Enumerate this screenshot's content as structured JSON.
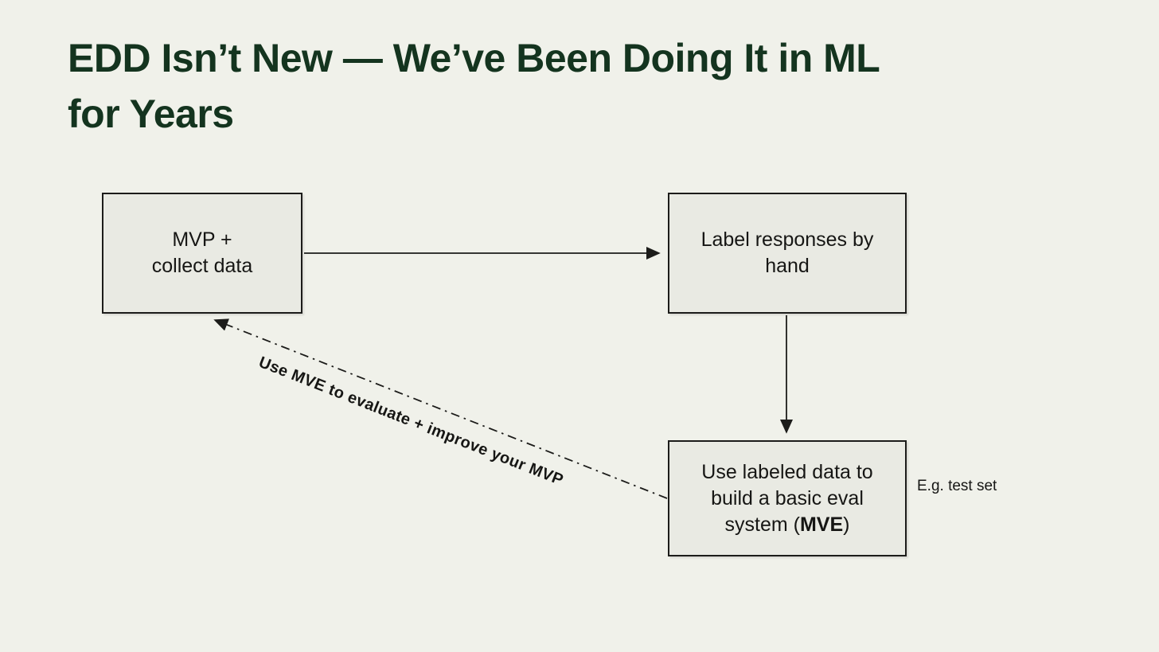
{
  "colors": {
    "background": "#f0f1ea",
    "box_fill": "#e9eae3",
    "box_border": "#1c1c1a",
    "title": "#14341f",
    "text": "#161614"
  },
  "title": {
    "line1": "EDD Isn’t New — We’ve Been Doing It in ML",
    "line2": "for Years"
  },
  "boxes": {
    "mvp": {
      "line1": "MVP +",
      "line2": "collect data"
    },
    "label_by_hand": {
      "text": "Label responses by hand"
    },
    "eval_system": {
      "text_before": "Use labeled data to build a basic eval system (",
      "emphasis": "MVE",
      "text_after": ")"
    }
  },
  "annotations": {
    "feedback_loop_label": "Use MVE to evaluate + improve your MVP",
    "side_note": "E.g. test set"
  }
}
